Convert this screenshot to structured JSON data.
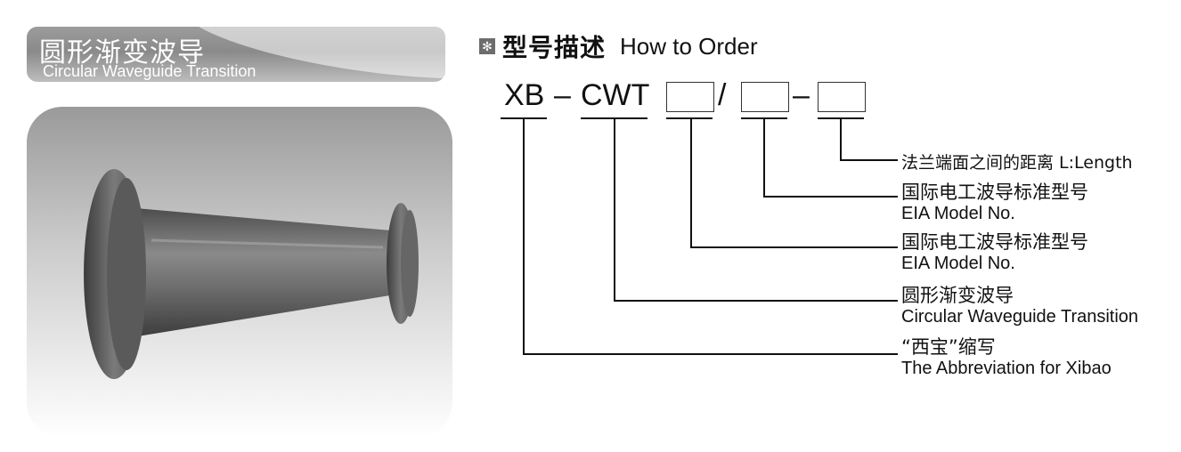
{
  "title": {
    "cn": "圆形渐变波导",
    "en": "Circular Waveguide Transition"
  },
  "order": {
    "bullet": "✻",
    "heading_cn": "型号描述",
    "heading_en": "How to Order",
    "code": {
      "prefix": "XB",
      "dash1": "–",
      "series": "CWT",
      "slash": "/",
      "dash2": "–"
    },
    "descriptions": [
      {
        "cn": "法兰端面之间的距离 L:Length",
        "en": ""
      },
      {
        "cn": "国际电工波导标准型号",
        "en": "EIA Model No."
      },
      {
        "cn": "国际电工波导标准型号",
        "en": "EIA Model No."
      },
      {
        "cn": "圆形渐变波导",
        "en": "Circular Waveguide Transition"
      },
      {
        "cn": "“西宝”缩写",
        "en": "The Abbreviation for Xibao"
      }
    ]
  },
  "colors": {
    "tab": "#8f8f8f",
    "panel": "#c9c9c9",
    "line": "#111111"
  }
}
